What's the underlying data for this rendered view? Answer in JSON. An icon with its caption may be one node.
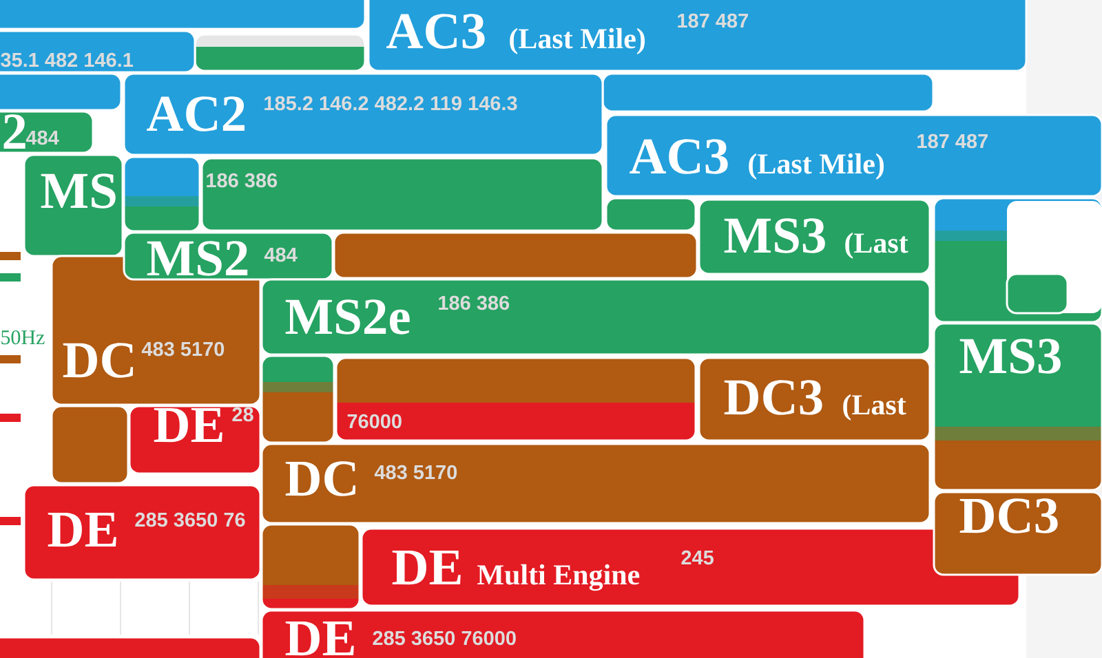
{
  "diagram": {
    "nodes": [
      {
        "text": [
          "AC3",
          "(Last Mile)",
          "187 487"
        ]
      },
      {
        "text": [
          "35.1 482 146.1"
        ]
      },
      {
        "text": [
          "2",
          "484"
        ]
      },
      {
        "text": [
          "MS"
        ]
      },
      {
        "text": [
          "DC",
          "483 5170"
        ]
      },
      {
        "text": [
          "DE",
          "28"
        ]
      },
      {
        "text": [
          "DE",
          "285 3650 76"
        ]
      },
      {
        "text": [
          "AC2",
          "185.2 146.2 482.2 119 146.3"
        ]
      },
      {
        "text": [
          "186 386"
        ]
      },
      {
        "text": [
          "MS2",
          "484"
        ]
      },
      {
        "text": [
          "AC3",
          "(Last Mile)",
          "187 487"
        ]
      },
      {
        "text": [
          "MS3",
          "(Last"
        ]
      },
      {
        "text": [
          "MS2e",
          "186 386"
        ]
      },
      {
        "text": [
          "76000"
        ]
      },
      {
        "text": [
          "DC3",
          "(Last"
        ]
      },
      {
        "text": [
          "DC",
          "483 5170"
        ]
      },
      {
        "text": [
          "DE",
          "Multi Engine",
          "245"
        ]
      },
      {
        "text": [
          "DE",
          "285 3650 76000"
        ]
      },
      {
        "text": [
          "MS3"
        ]
      },
      {
        "text": [
          "DC3"
        ]
      }
    ],
    "labels": [
      "50Hz"
    ]
  }
}
